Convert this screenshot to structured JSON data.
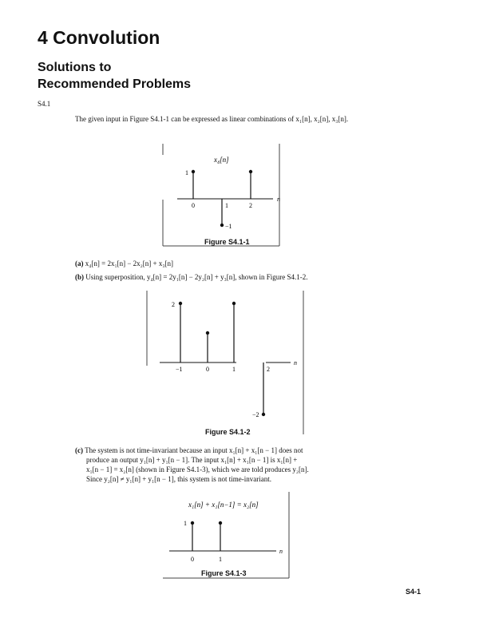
{
  "header": {
    "chapter_title": "4 Convolution",
    "section_title_line1": "Solutions to",
    "section_title_line2": "Recommended Problems"
  },
  "problem": {
    "number": "S4.1"
  },
  "intro": {
    "text": "The given input in Figure S4.1-1 can be expressed as linear combinations of x₁[n], x₂[n], x₃[n]."
  },
  "figure1": {
    "label": "x₄[n]",
    "axis_var": "n",
    "ticks": [
      "0",
      "1",
      "2"
    ],
    "ytick_pos": "1",
    "ytick_neg": "−1",
    "caption": "Figure S4.1-1"
  },
  "part_a": {
    "label": "(a)",
    "text": "x₄[n] = 2x₁[n] − 2x₂[n] + x₃[n]"
  },
  "part_b": {
    "label": "(b)",
    "text": "Using superposition, y₄[n] = 2y₁[n] − 2y₂[n] + y₃[n], shown in Figure S4.1-2."
  },
  "figure2": {
    "axis_var": "n",
    "ticks": [
      "−1",
      "0",
      "1",
      "2"
    ],
    "ytick_pos": "2",
    "ytick_neg": "−2",
    "caption": "Figure S4.1-2"
  },
  "part_c": {
    "label": "(c)",
    "line1": "The system is not time-invariant because an input x₁[n] + x₁[n − 1] does not",
    "line2": "produce an output y₁[n] + y₁[n − 1]. The input x₁[n] + x₁[n − 1] is x₁[n] +",
    "line3": "x₁[n − 1] = x₂[n] (shown in Figure S4.1-3), which we are told produces y₂[n].",
    "line4": "Since y₂[n] ≠ y₁[n] + y₁[n − 1], this system is not time-invariant."
  },
  "figure3": {
    "label": "x₁[n] + x₁[n−1] = x₂[n]",
    "axis_var": "n",
    "ticks": [
      "0",
      "1"
    ],
    "ytick_pos": "1",
    "caption": "Figure S4.1-3"
  },
  "footer": {
    "page_number": "S4-1"
  }
}
